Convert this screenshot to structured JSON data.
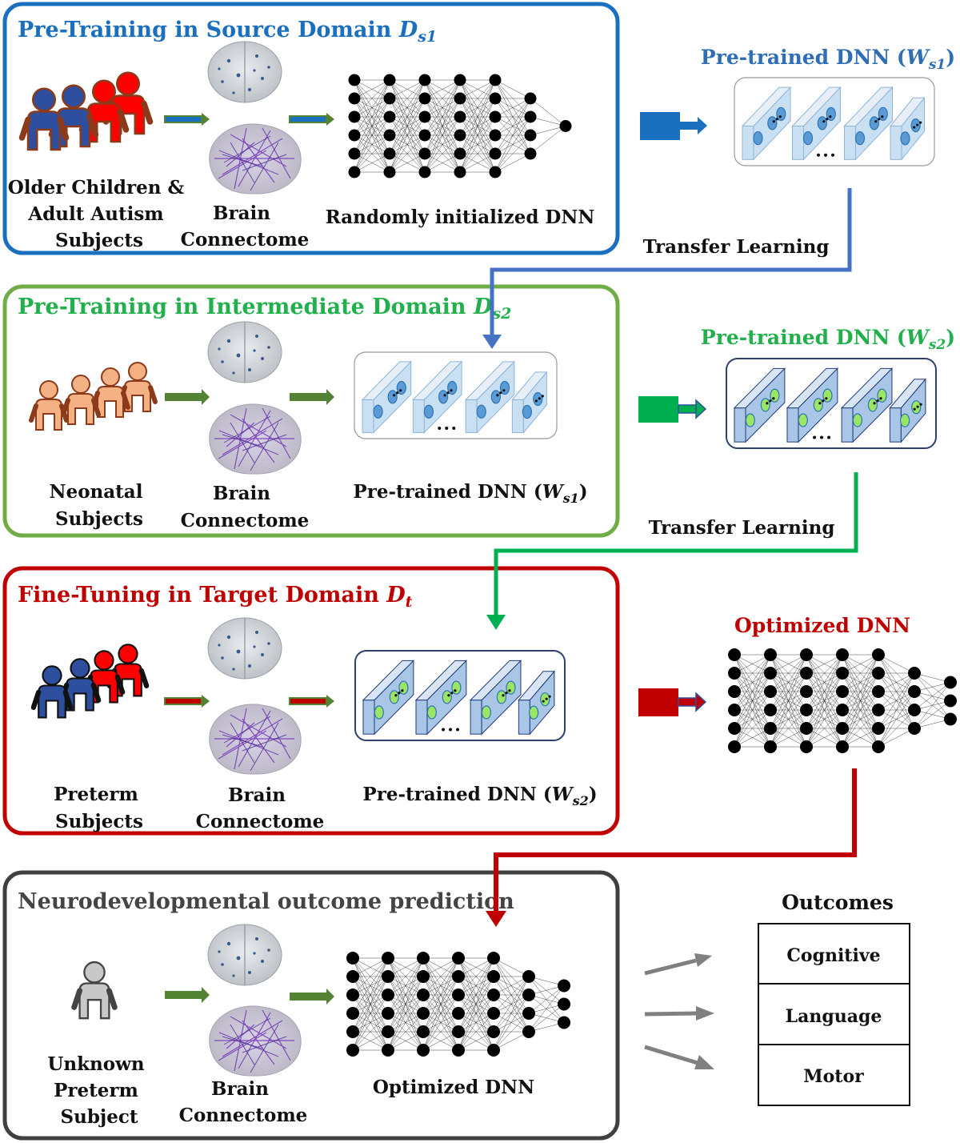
{
  "stages": [
    {
      "title": "Pre-Training in Source Domain",
      "symbol": "D",
      "sub": "s1",
      "color": "#1a6fbf",
      "subjects": [
        "Older Children &",
        "Adult Autism",
        "Subjects"
      ],
      "connectome": [
        "Brain",
        "Connectome"
      ],
      "model": "Randomly initialized DNN"
    },
    {
      "title": "Pre-Training in Intermediate Domain",
      "symbol": "D",
      "sub": "s2",
      "color": "#21b04b",
      "subjects": [
        "Neonatal",
        "Subjects"
      ],
      "connectome": [
        "Brain",
        "Connectome"
      ],
      "model": "Pre-trained DNN (",
      "model_sym": "W",
      "model_sub": "s1",
      "model_close": ")"
    },
    {
      "title": "Fine-Tuning in Target Domain",
      "symbol": "D",
      "sub": "t",
      "color": "#c00000",
      "subjects": [
        "Preterm",
        "Subjects"
      ],
      "connectome": [
        "Brain",
        "Connectome"
      ],
      "model": "Pre-trained DNN (",
      "model_sym": "W",
      "model_sub": "s2",
      "model_close": ")"
    },
    {
      "title": "Neurodevelopmental outcome prediction",
      "color": "#444444",
      "subjects": [
        "Unknown",
        "Preterm",
        "Subject"
      ],
      "connectome": [
        "Brain",
        "Connectome"
      ],
      "model": "Optimized DNN"
    }
  ],
  "side_outputs": [
    {
      "label": "Pre-trained DNN (",
      "sym": "W",
      "sub": "s1",
      "close": ")",
      "color": "#2f6db5"
    },
    {
      "label": "Pre-trained DNN (",
      "sym": "W",
      "sub": "s2",
      "close": ")",
      "color": "#21b04b"
    },
    {
      "label": "Optimized DNN",
      "color": "#c00000"
    }
  ],
  "transfer": [
    "Transfer Learning",
    "Transfer Learning"
  ],
  "outcomes": {
    "title": "Outcomes",
    "items": [
      "Cognitive",
      "Language",
      "Motor"
    ]
  },
  "colors": {
    "blue": "#1a6fbf",
    "green": "#21b04b",
    "red": "#c00000",
    "gray": "#444444",
    "arrow_green": "#548235",
    "skin": "#f4b183",
    "person_blue": "#2e4f9e"
  }
}
